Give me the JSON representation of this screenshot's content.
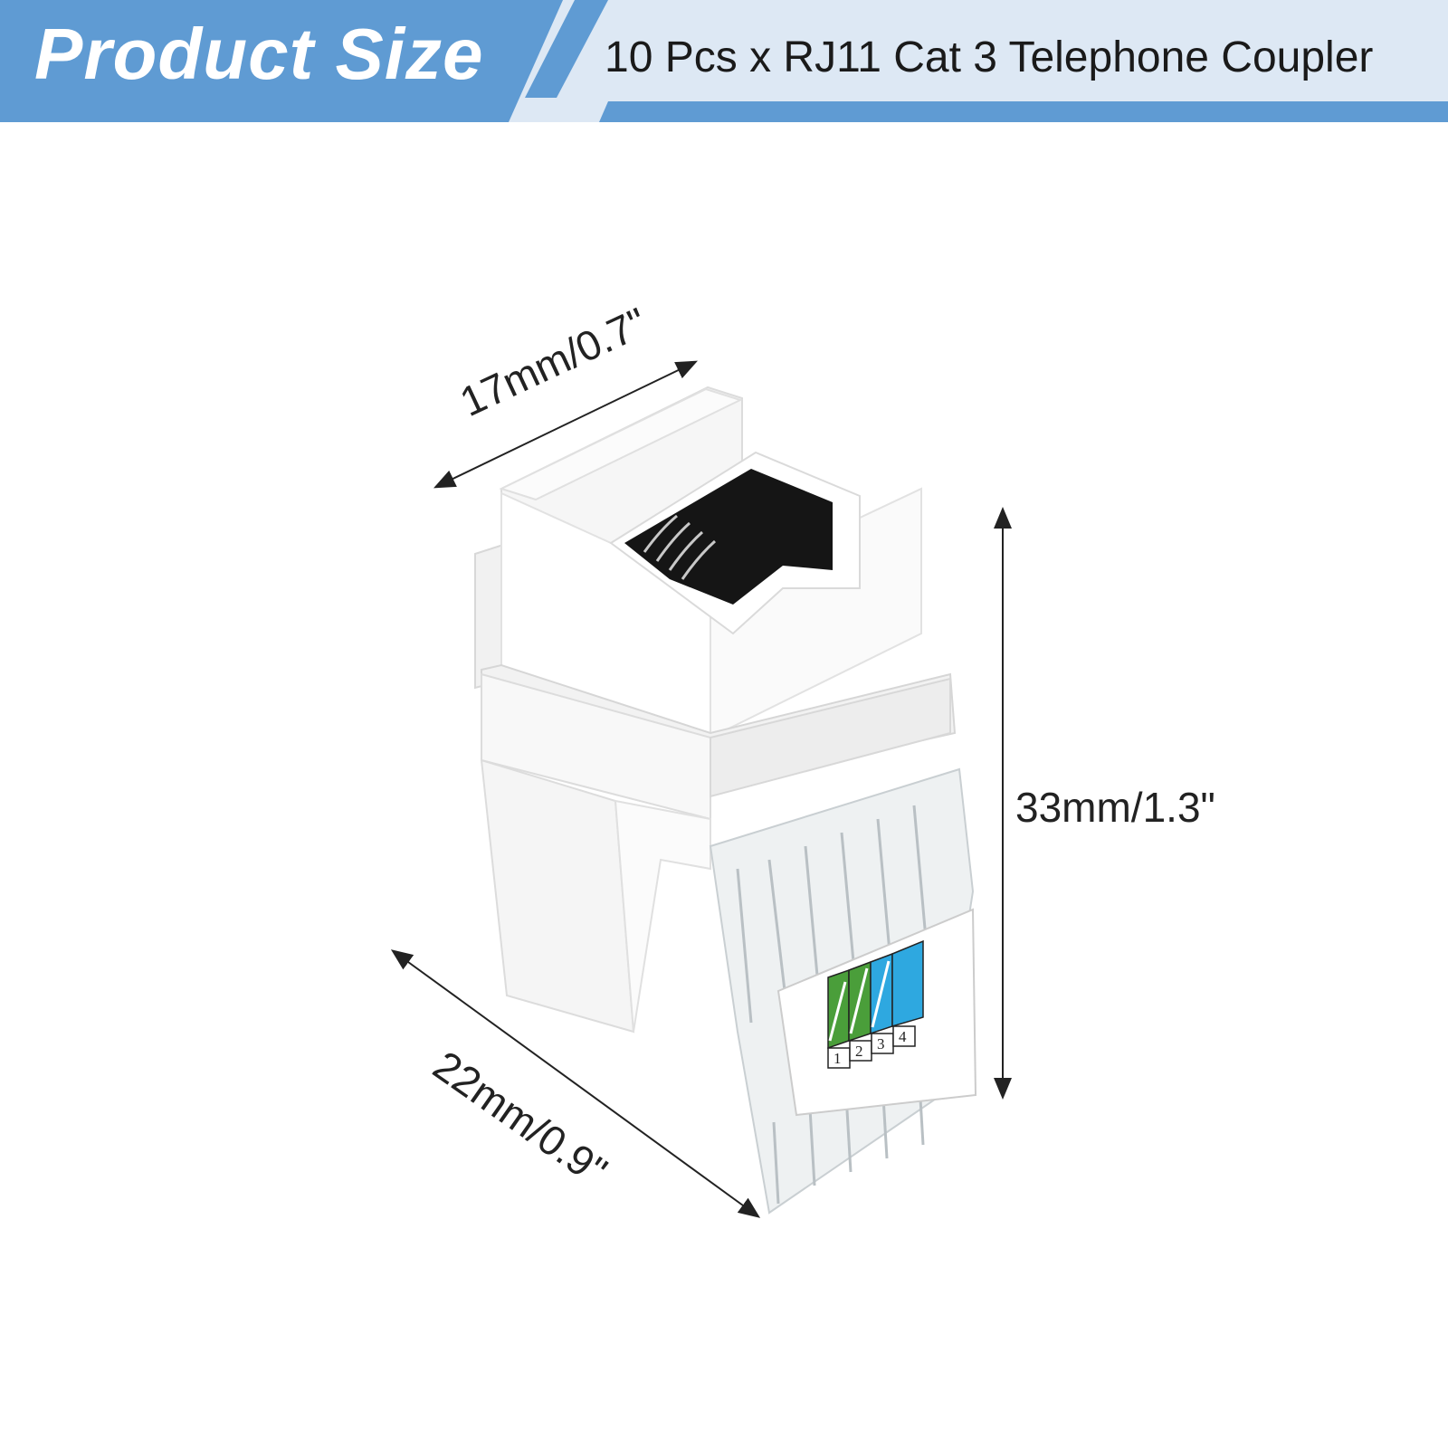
{
  "banner": {
    "title": "Product Size",
    "subtitle": "10 Pcs x RJ11 Cat 3 Telephone Coupler",
    "accent_color": "#5f9bd3",
    "light_color": "#dde8f4"
  },
  "dimensions": {
    "width_label": "17mm/0.7\"",
    "height_label": "33mm/1.3\"",
    "depth_label": "22mm/0.9\""
  },
  "wiring_label": {
    "positions": [
      "1",
      "2",
      "3",
      "4"
    ],
    "colors": [
      "#4a9e3a",
      "#4a9e3a",
      "#2ea8e0",
      "#2ea8e0"
    ]
  },
  "product": {
    "icon": "rj11-keystone-coupler-icon"
  }
}
